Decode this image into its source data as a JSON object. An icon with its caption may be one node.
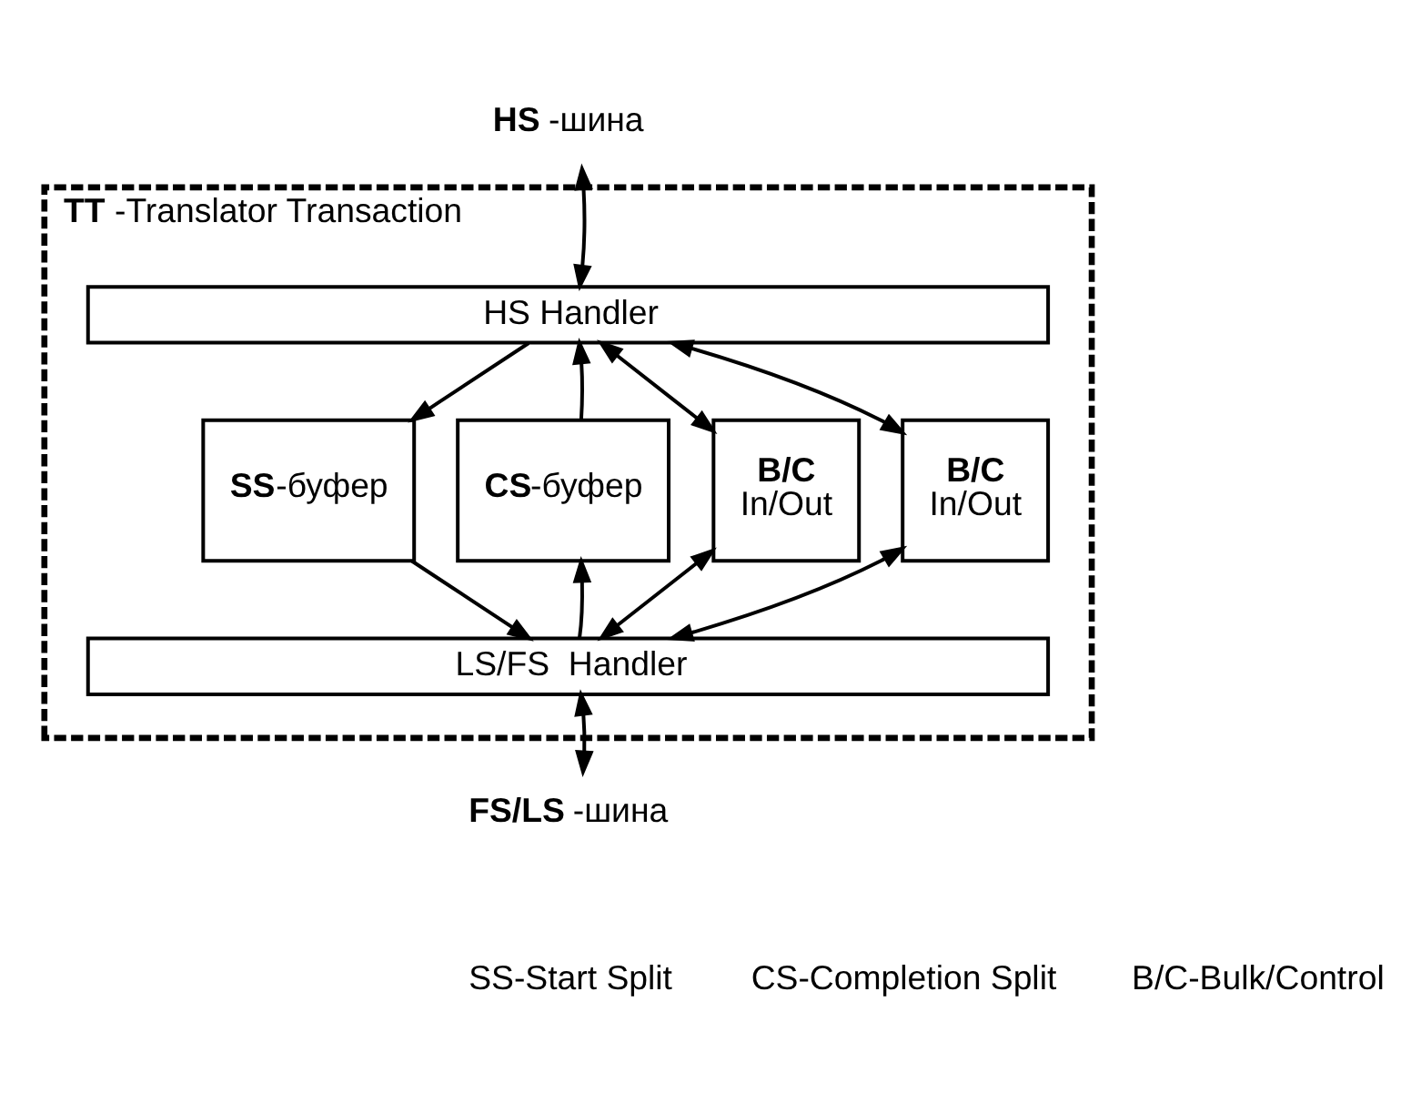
{
  "diagram": {
    "nodes": [
      {
        "text": [
          "**TT** -Translator Transaction"
        ]
      },
      {
        "text": [
          "HS Handler"
        ],
        "in": 0
      },
      {
        "text": [
          "**SS**-буфер"
        ],
        "in": 0
      },
      {
        "text": [
          "**CS**-буфер"
        ],
        "in": 0
      },
      {
        "text": [
          "**B/C**",
          "In/Out"
        ],
        "in": 0
      },
      {
        "text": [
          "**B/C**",
          "In/Out"
        ],
        "in": 0
      },
      {
        "text": [
          "LS/FS  Handler"
        ],
        "in": 0
      },
      {
        "text": [
          "**HS** -шина"
        ]
      },
      {
        "text": [
          "**FS/LS** -шина"
        ]
      }
    ],
    "edges": [
      {
        "from": 7,
        "to": 1,
        "arrow": "both"
      },
      {
        "from": 1,
        "to": 2,
        "arrow": "to"
      },
      {
        "from": 3,
        "to": 1,
        "arrow": "to"
      },
      {
        "from": 1,
        "to": 4,
        "arrow": "both"
      },
      {
        "from": 1,
        "to": 5,
        "arrow": "both"
      },
      {
        "from": 2,
        "to": 6,
        "arrow": "to"
      },
      {
        "from": 6,
        "to": 3,
        "arrow": "to"
      },
      {
        "from": 4,
        "to": 6,
        "arrow": "both"
      },
      {
        "from": 5,
        "to": 6,
        "arrow": "both"
      },
      {
        "from": 6,
        "to": 8,
        "arrow": "both"
      }
    ],
    "labels": [
      "SS-Start Split",
      "CS-Completion Split",
      "B/C-Bulk/Control"
    ]
  }
}
